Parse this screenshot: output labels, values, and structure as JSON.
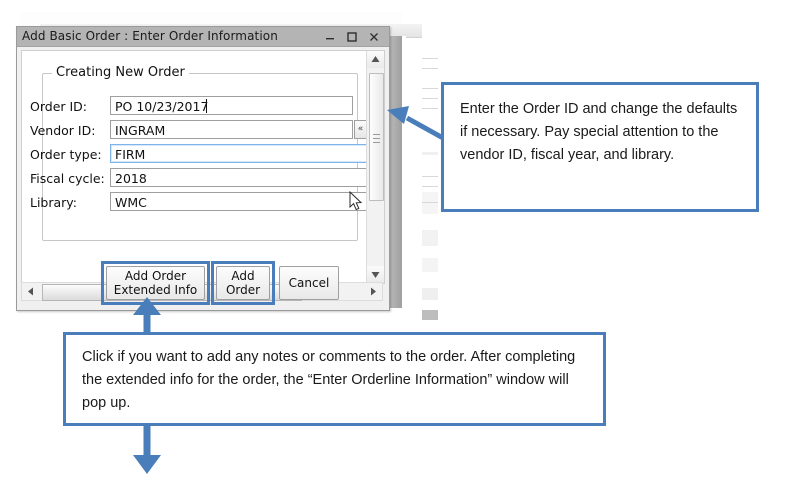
{
  "window": {
    "title": "Add Basic Order : Enter Order Information",
    "controls": {
      "minimize": "minimize-button",
      "maximize": "maximize-button",
      "close": "close-button"
    }
  },
  "form": {
    "group_label": "Creating New Order",
    "fields": [
      {
        "label": "Order ID:",
        "value": "PO 10/23/2017",
        "state": "focused-caret",
        "lookup": false
      },
      {
        "label": "Vendor ID:",
        "value": "INGRAM",
        "state": "normal",
        "lookup": true,
        "lookup_glyph": "«"
      },
      {
        "label": "Order type:",
        "value": "FIRM",
        "state": "highlight",
        "lookup": false
      },
      {
        "label": "Fiscal cycle:",
        "value": "2018",
        "state": "normal",
        "lookup": false
      },
      {
        "label": "Library:",
        "value": "WMC",
        "state": "normal",
        "lookup": false
      }
    ]
  },
  "buttons": [
    {
      "name": "add-order-extended-info-button",
      "line1": "Add Order",
      "line2": "Extended Info",
      "highlighted": true
    },
    {
      "name": "add-order-button",
      "line1": "Add",
      "line2": "Order",
      "highlighted": true
    },
    {
      "name": "cancel-button",
      "line1": "Cancel",
      "line2": "",
      "highlighted": false
    }
  ],
  "callouts": [
    {
      "id": "callout-order-fields",
      "text": "Enter the Order ID and change the defaults if necessary. Pay special attention to the vendor ID, fiscal year, and library."
    },
    {
      "id": "callout-extended-info",
      "text": "Click if you want to add any notes or comments to the order. After completing the extended info for the order, the “Enter Orderline Information” window will pop up."
    }
  ],
  "colors": {
    "accent_blue": "#4A7EBB",
    "titlebar_gray": "#B4B4B4",
    "dialog_face": "#F0F0F0",
    "field_focus_border": "#7EB4EA"
  },
  "scrollbars": {
    "vertical": {
      "up": "scroll-up-arrow",
      "down": "scroll-down-arrow"
    },
    "horizontal": {
      "left": "scroll-left-arrow",
      "right": "scroll-right-arrow"
    }
  }
}
